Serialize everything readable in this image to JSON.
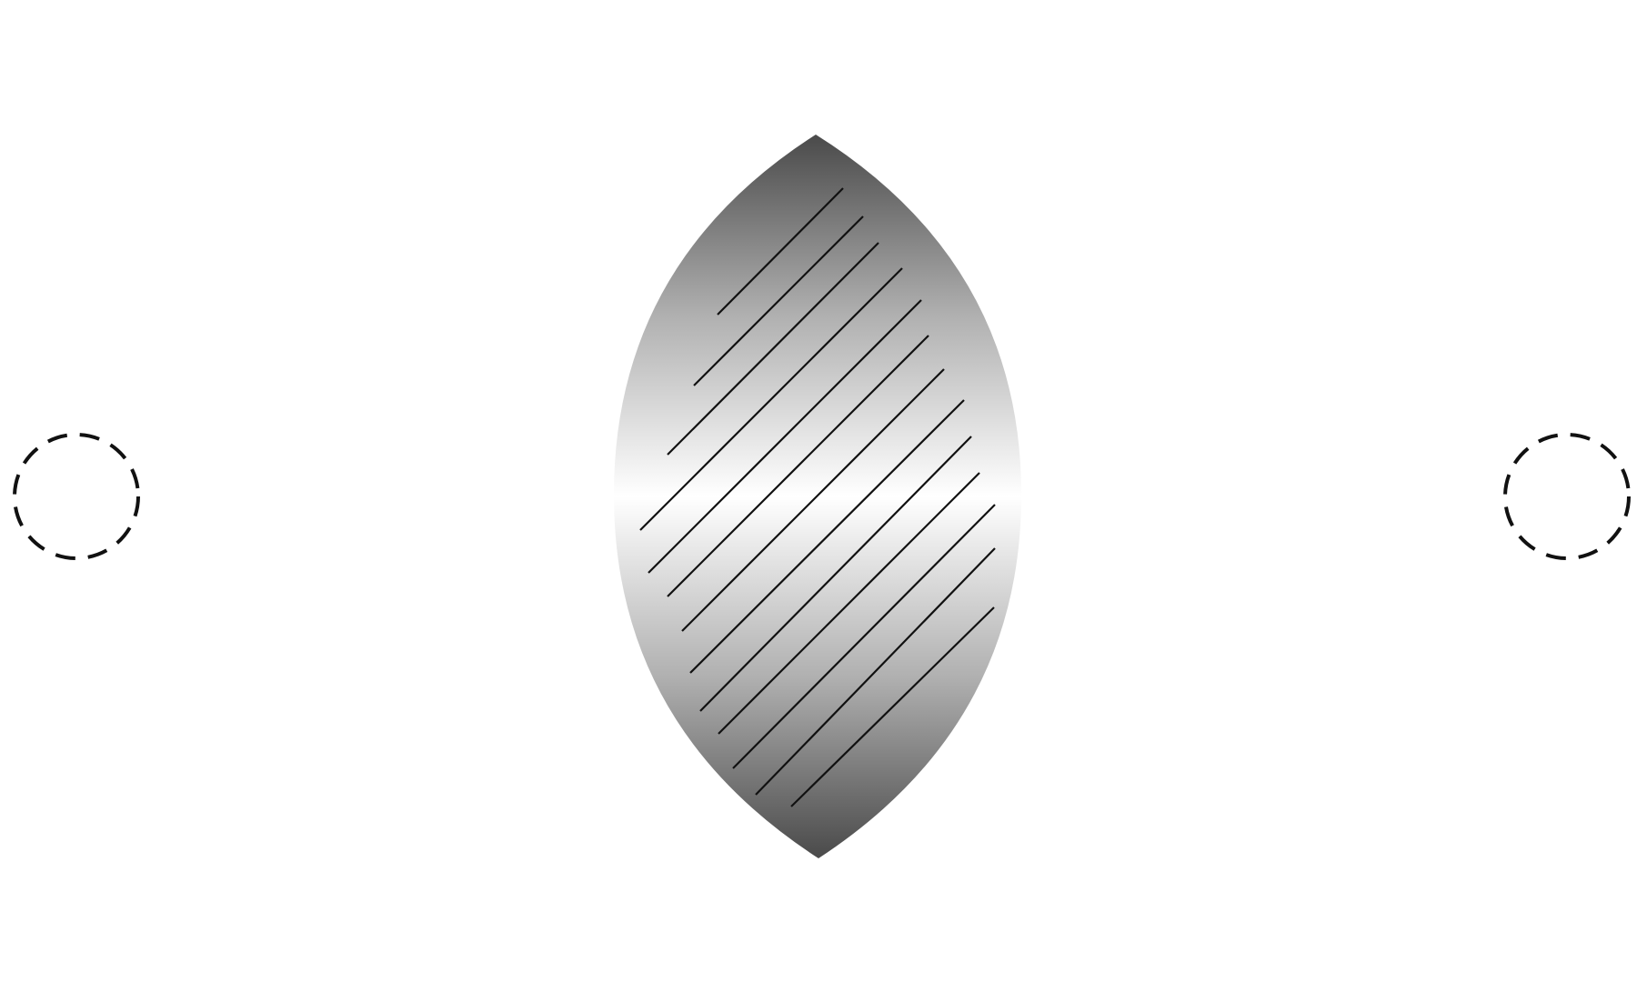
{
  "colors": {
    "background": "#ffffff",
    "lens_edge": "#4a4a4a",
    "lens_mid": "#b0b0b0",
    "lens_center": "#ffffff",
    "hatch": "#111111",
    "focal_marker": "#111111"
  },
  "shapes": {
    "lens": "convex-lens",
    "hatching": "diagonal-lines",
    "left_marker": "dashed-circle",
    "right_marker": "dashed-circle"
  }
}
